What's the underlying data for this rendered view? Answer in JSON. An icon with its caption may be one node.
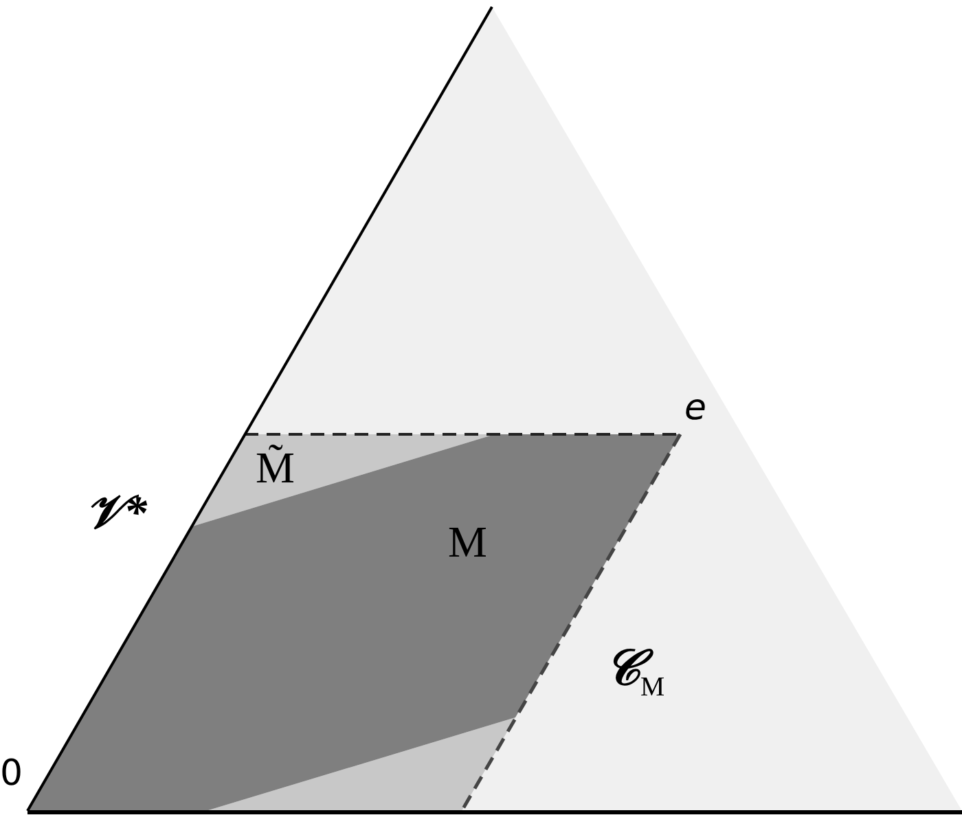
{
  "diagram": {
    "labels": [
      "e",
      "M̃",
      "𝒱*",
      "M",
      "𝒞$_{M}$",
      "0"
    ]
  }
}
